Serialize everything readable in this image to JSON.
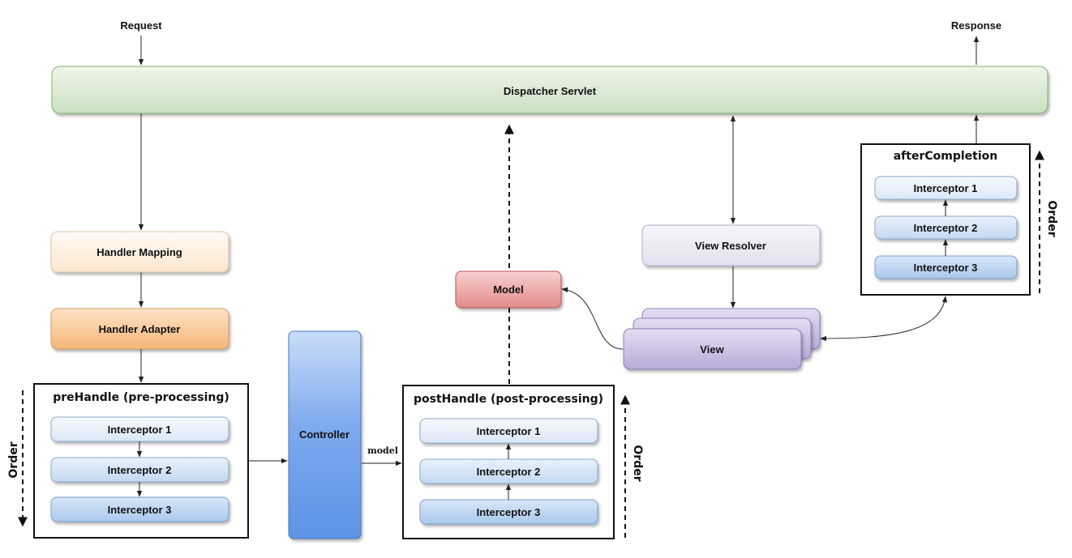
{
  "labels": {
    "request": "Request",
    "response": "Response",
    "dispatcher": "Dispatcher Servlet",
    "handler_mapping": "Handler Mapping",
    "handler_adapter": "Handler Adapter",
    "controller": "Controller",
    "model": "Model",
    "model_edge": "model",
    "view_resolver": "View Resolver",
    "view": "View",
    "order": "Order"
  },
  "groups": {
    "prehandle": {
      "title": "preHandle (pre-processing)",
      "items": [
        "Interceptor 1",
        "Interceptor 2",
        "Interceptor 3"
      ]
    },
    "posthandle": {
      "title": "postHandle (post-processing)",
      "items": [
        "Interceptor 1",
        "Interceptor 2",
        "Interceptor 3"
      ]
    },
    "aftercompletion": {
      "title": "afterCompletion",
      "items": [
        "Interceptor 1",
        "Interceptor 2",
        "Interceptor 3"
      ]
    }
  },
  "colors": {
    "dispatcher": "#d5e8d4",
    "handler_mapping": "#fdf2e6",
    "handler_adapter": "#f8c99a",
    "controller": "#6d9eeb",
    "model": "#e99a9a",
    "view": "#c3b8e0",
    "interceptor_light": "#e9f1fb",
    "interceptor_dark": "#b3d0ee"
  }
}
